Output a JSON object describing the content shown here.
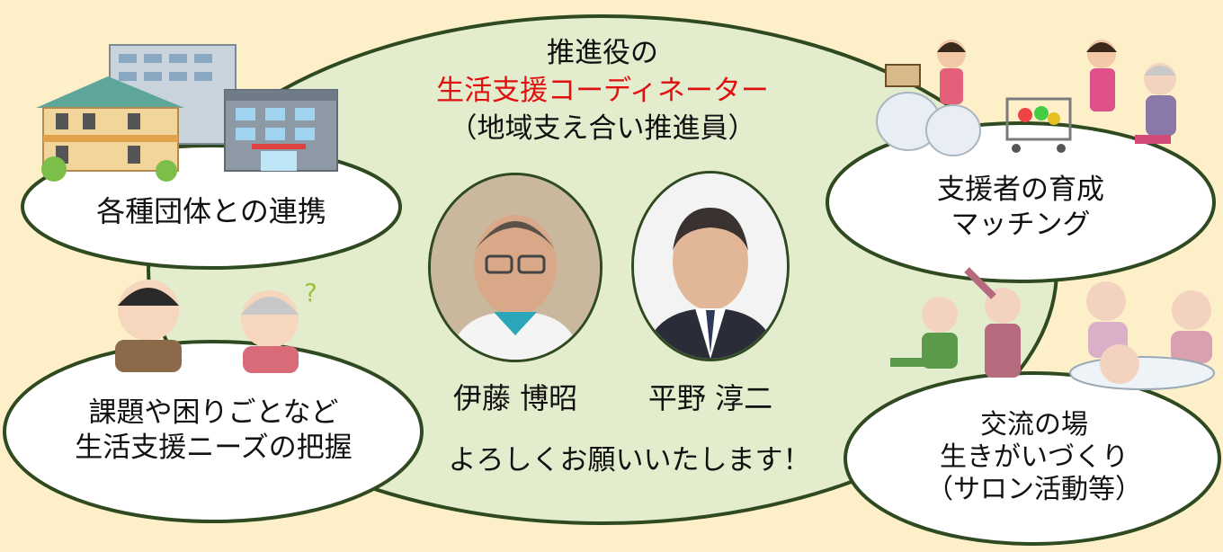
{
  "center": {
    "title_line1": "推進役の",
    "title_line2": "生活支援コーディネーター",
    "title_line3": "（地域支え合い推進員）",
    "greeting": "よろしくお願いいたします！"
  },
  "people": [
    {
      "name": "伊藤 博昭"
    },
    {
      "name": "平野 淳二"
    }
  ],
  "bubbles": {
    "renkei": "各種団体との連携",
    "kadai_line1": "課題や困りごとなど",
    "kadai_line2": "生活支援ニーズの把握",
    "ikusei_line1": "支援者の育成",
    "ikusei_line2": "マッチング",
    "koryu_line1": "交流の場",
    "koryu_line2": "生きがいづくり",
    "koryu_line3": "（サロン活動等）"
  },
  "colors": {
    "background": "#fdf0c9",
    "ellipse_fill": "#e3eccc",
    "ellipse_stroke": "#2f4a20",
    "accent_red": "#e01010"
  }
}
